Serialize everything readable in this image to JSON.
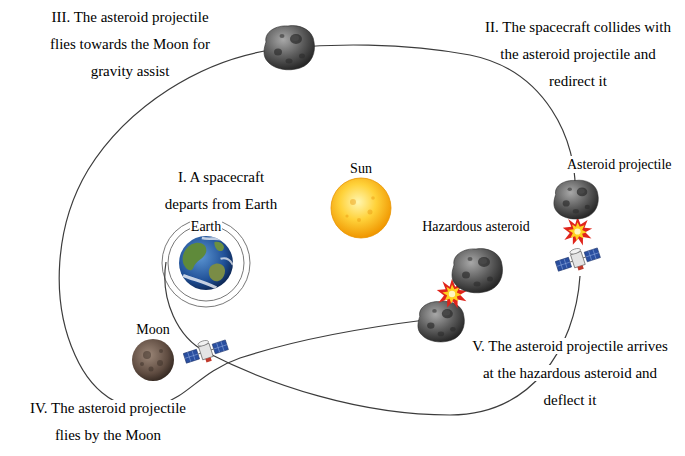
{
  "diagram": {
    "nodes": [
      {
        "text": [
          "Asteroid projectile"
        ]
      },
      {
        "text": [
          "Sun"
        ]
      },
      {
        "text": [
          "Hazardous asteroid"
        ]
      },
      {
        "text": [
          "Earth"
        ]
      },
      {
        "text": [
          "Moon"
        ]
      }
    ],
    "labels": [
      "III. The asteroid projectile flies towards the Moon for gravity assist",
      "II. The spacecraft collides with the asteroid projectile and redirect it",
      "I. A spacecraft departs from Earth",
      "V. The asteroid projectile arrives at the hazardous asteroid and deflect it",
      "IV. The asteroid projectile flies by the Moon"
    ]
  }
}
